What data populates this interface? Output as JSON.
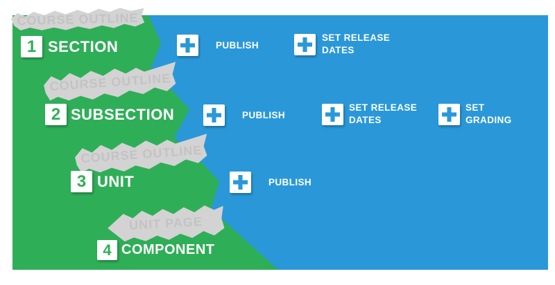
{
  "colors": {
    "hierarchy_green": "#2FAE58",
    "actions_blue": "#2A98D8",
    "ghost_gray": "#D3D3D3",
    "badge_white": "#FFFFFF"
  },
  "rows": [
    {
      "number": "1",
      "label": "SECTION",
      "ghost_caption": "COURSE OUTLINE",
      "actions": [
        {
          "icon": "plus-icon",
          "label": "PUBLISH"
        },
        {
          "icon": "plus-icon",
          "label": "SET RELEASE DATES"
        }
      ]
    },
    {
      "number": "2",
      "label": "SUBSECTION",
      "ghost_caption": "COURSE OUTLINE",
      "actions": [
        {
          "icon": "plus-icon",
          "label": "PUBLISH"
        },
        {
          "icon": "plus-icon",
          "label": "SET RELEASE DATES"
        },
        {
          "icon": "plus-icon",
          "label": "SET GRADING"
        }
      ]
    },
    {
      "number": "3",
      "label": "UNIT",
      "ghost_caption": "COURSE OUTLINE",
      "actions": [
        {
          "icon": "plus-icon",
          "label": "PUBLISH"
        }
      ]
    },
    {
      "number": "4",
      "label": "COMPONENT",
      "ghost_caption": "UNIT PAGE",
      "actions": []
    }
  ]
}
